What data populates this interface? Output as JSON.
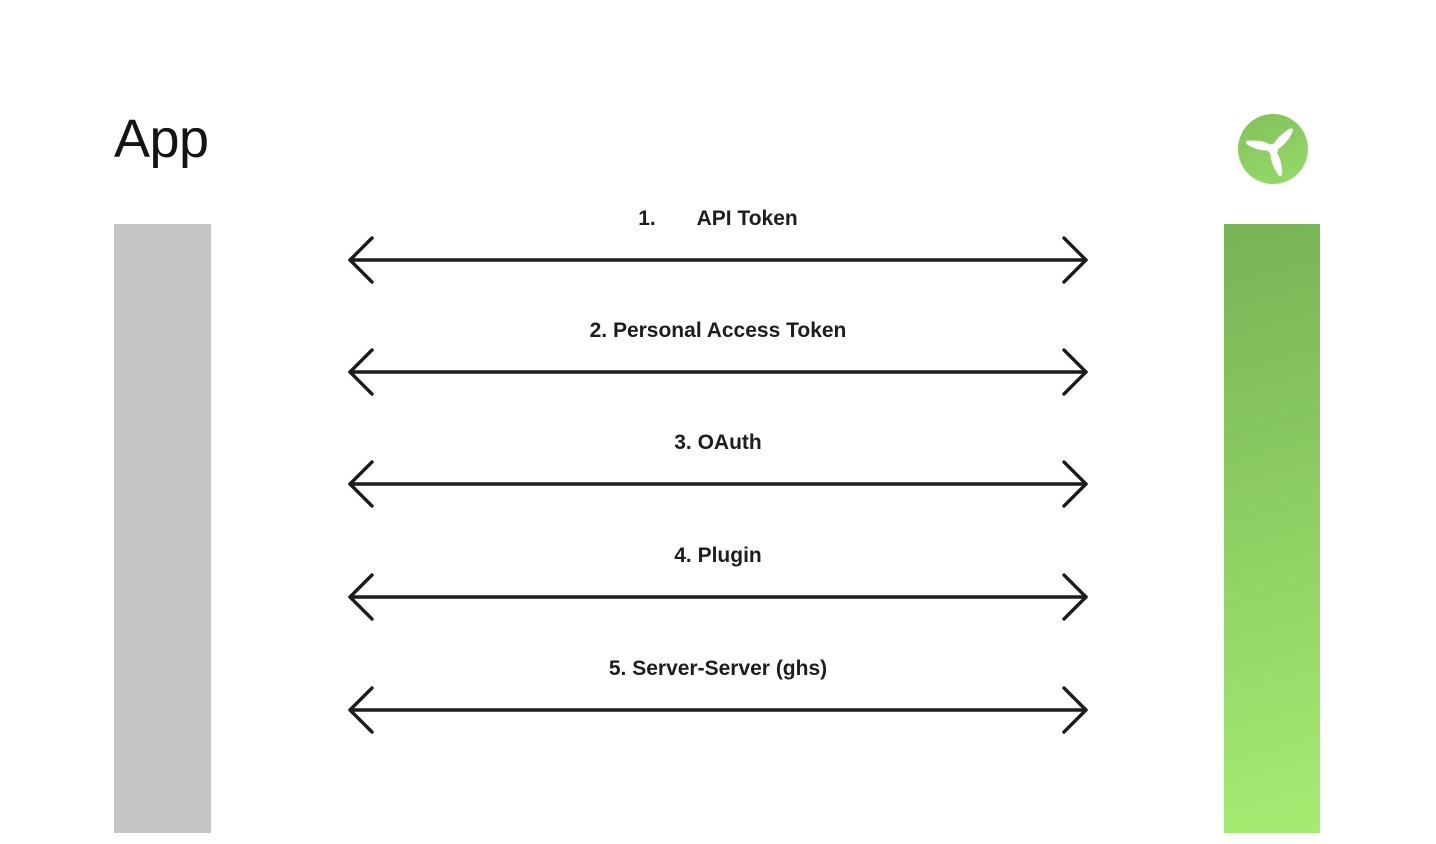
{
  "left_entity": {
    "title": "App"
  },
  "right_entity": {
    "logo": "wind-turbine-icon"
  },
  "connections": [
    {
      "label": "1.       API Token"
    },
    {
      "label": "2. Personal Access Token"
    },
    {
      "label": "3. OAuth"
    },
    {
      "label": "4. Plugin"
    },
    {
      "label": "5. Server-Server (ghs)"
    }
  ],
  "colors": {
    "background": "#ffffff",
    "title-text": "#141414",
    "label-text": "#1d1d1f",
    "arrow": "#1d1d1f",
    "left-bar": "#c5c5c5",
    "right-bar-top": "#77b355",
    "right-bar-bottom": "#a6ec72",
    "logo-top": "#83c15c",
    "logo-bottom": "#92d767",
    "logo-blades": "#ffffff"
  }
}
